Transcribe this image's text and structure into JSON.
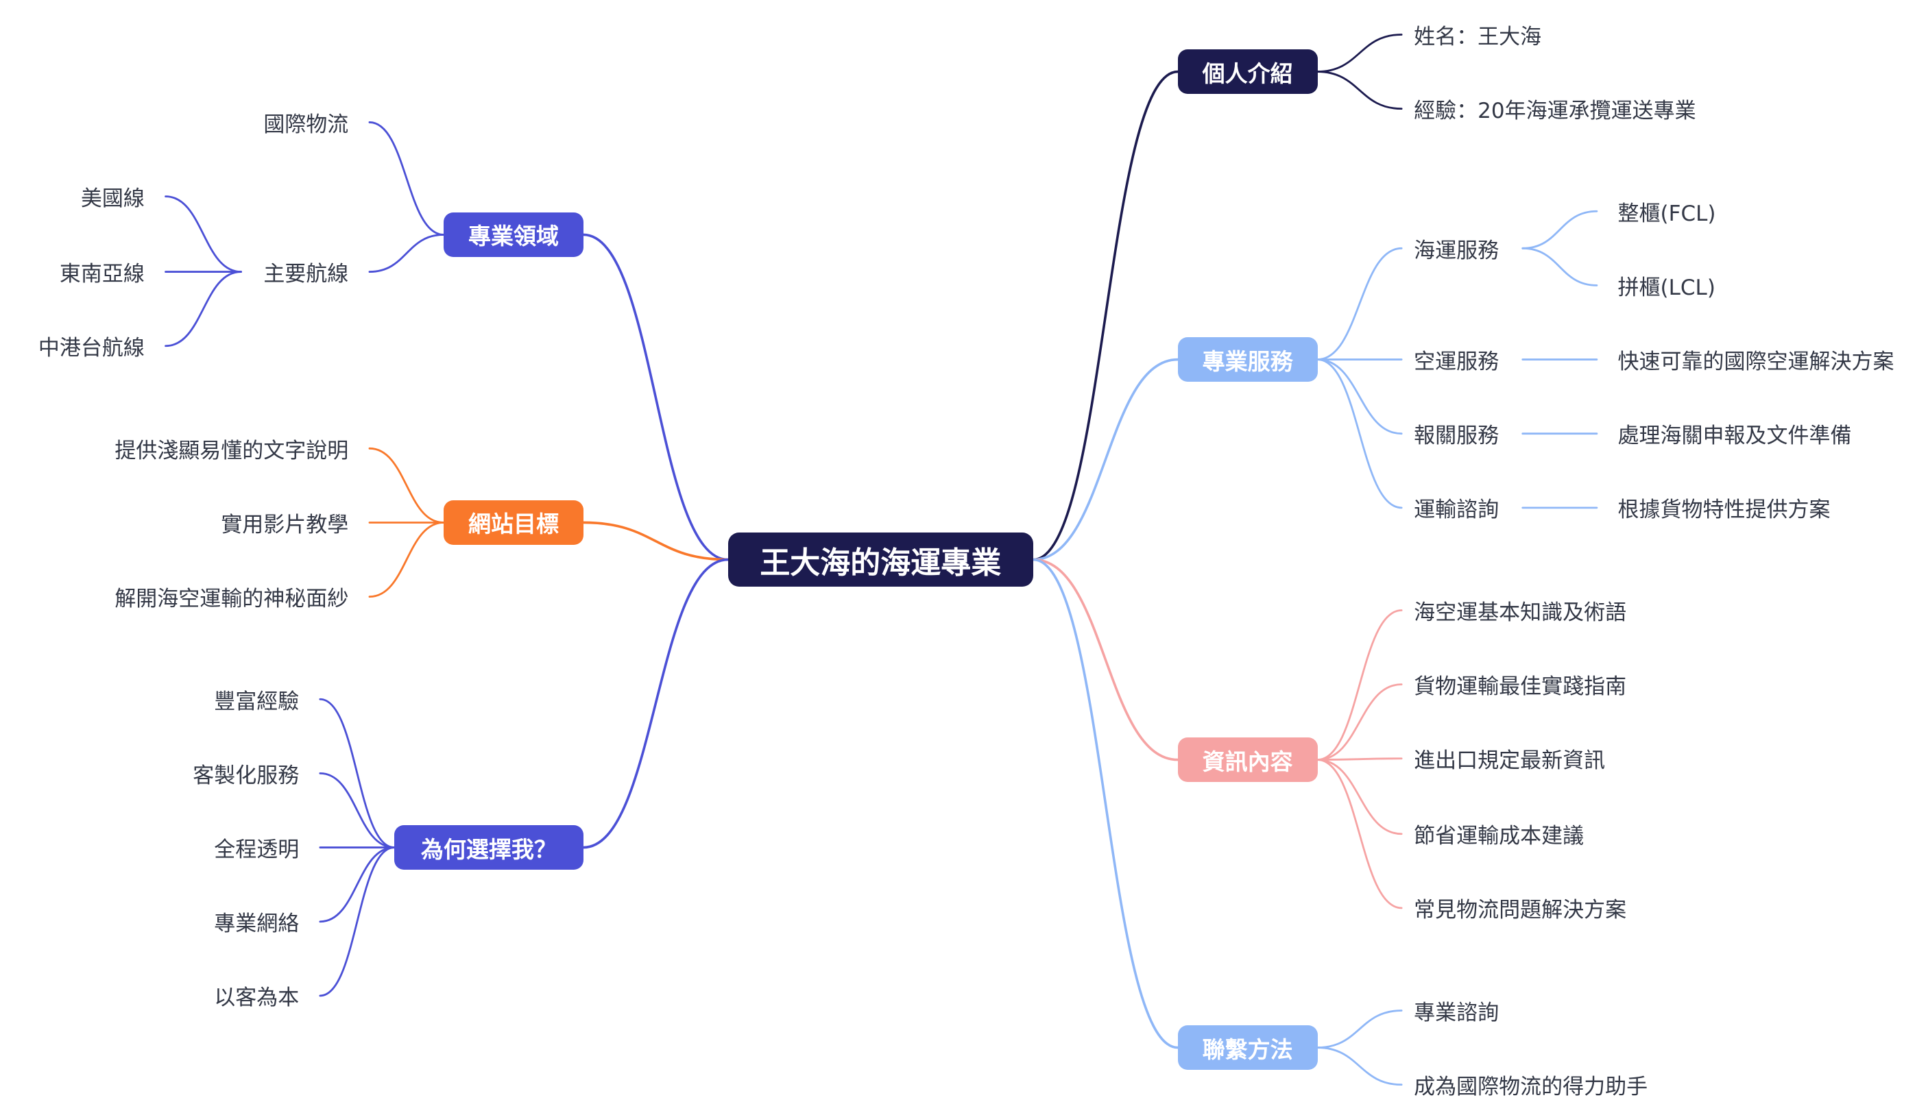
{
  "colors": {
    "background": "#ffffff",
    "root": "#1c1b4f",
    "personal": "#1c1b4f",
    "services": "#8fb7f7",
    "info": "#f6a3a3",
    "contact": "#8fb7f7",
    "domain": "#4b50d6",
    "goals": "#f9782b",
    "why": "#4b50d6",
    "leaf_text": "#333846"
  },
  "root": {
    "label": "王大海的海運專業"
  },
  "branches": {
    "personal": {
      "label": "個人介紹",
      "items": [
        "姓名：王大海",
        "經驗：20年海運承攬運送專業"
      ]
    },
    "services": {
      "label": "專業服務",
      "items": [
        {
          "label": "海運服務",
          "children": [
            "整櫃(FCL)",
            "拼櫃(LCL)"
          ]
        },
        {
          "label": "空運服務",
          "children": [
            "快速可靠的國際空運解決方案"
          ]
        },
        {
          "label": "報關服務",
          "children": [
            "處理海關申報及文件準備"
          ]
        },
        {
          "label": "運輸諮詢",
          "children": [
            "根據貨物特性提供方案"
          ]
        }
      ]
    },
    "info": {
      "label": "資訊內容",
      "items": [
        "海空運基本知識及術語",
        "貨物運輸最佳實踐指南",
        "進出口規定最新資訊",
        "節省運輸成本建議",
        "常見物流問題解決方案"
      ]
    },
    "contact": {
      "label": "聯繫方法",
      "items": [
        "專業諮詢",
        "成為國際物流的得力助手"
      ]
    },
    "domain": {
      "label": "專業領域",
      "items": [
        {
          "label": "國際物流",
          "children": []
        },
        {
          "label": "主要航線",
          "children": [
            "美國線",
            "東南亞線",
            "中港台航線"
          ]
        }
      ]
    },
    "goals": {
      "label": "網站目標",
      "items": [
        "提供淺顯易懂的文字說明",
        "實用影片教學",
        "解開海空運輸的神秘面紗"
      ]
    },
    "why": {
      "label": "為何選擇我？",
      "items": [
        "豐富經驗",
        "客製化服務",
        "全程透明",
        "專業網絡",
        "以客為本"
      ]
    }
  }
}
